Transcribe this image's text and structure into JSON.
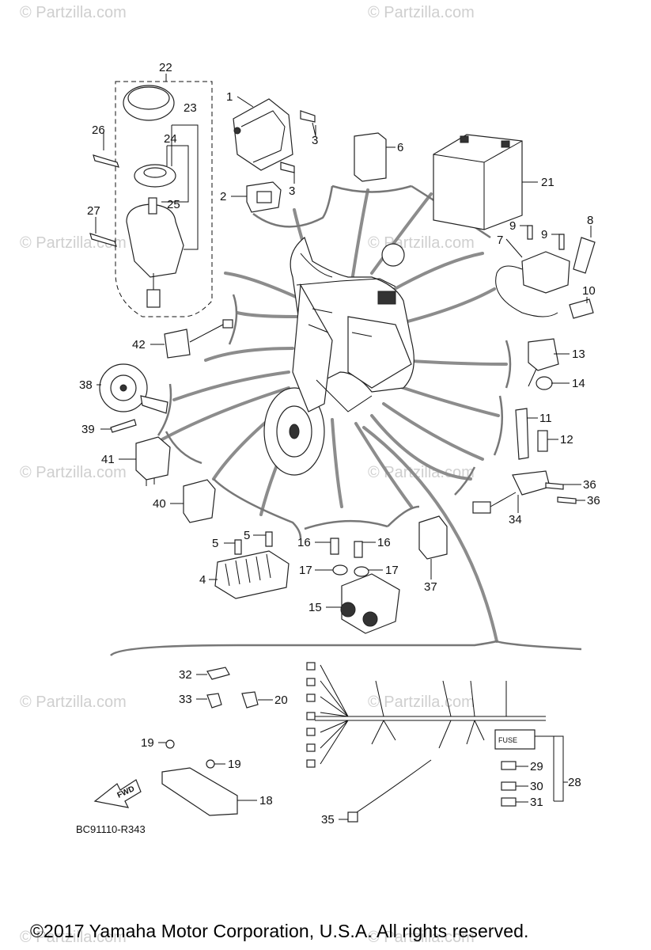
{
  "watermark": "© Partzilla.com",
  "diagram_code": "BC91110-R343",
  "fwd_label": "FWD",
  "fuse_label": "FUSE",
  "copyright": "©2017  Yamaha Motor Corporation, U.S.A. All rights reserved.",
  "callouts": {
    "c1": "1",
    "c2": "2",
    "c3a": "3",
    "c3b": "3",
    "c4": "4",
    "c5a": "5",
    "c5b": "5",
    "c6": "6",
    "c7": "7",
    "c8": "8",
    "c9a": "9",
    "c9b": "9",
    "c10": "10",
    "c11": "11",
    "c12": "12",
    "c13": "13",
    "c14": "14",
    "c15": "15",
    "c16a": "16",
    "c16b": "16",
    "c17a": "17",
    "c17b": "17",
    "c18": "18",
    "c19a": "19",
    "c19b": "19",
    "c20": "20",
    "c21": "21",
    "c22": "22",
    "c23": "23",
    "c24": "24",
    "c25": "25",
    "c26": "26",
    "c27": "27",
    "c28": "28",
    "c29": "29",
    "c30": "30",
    "c31": "31",
    "c32": "32",
    "c33": "33",
    "c34": "34",
    "c35": "35",
    "c36a": "36",
    "c36b": "36",
    "c37": "37",
    "c38": "38",
    "c39": "39",
    "c40": "40",
    "c41": "41",
    "c42": "42"
  }
}
